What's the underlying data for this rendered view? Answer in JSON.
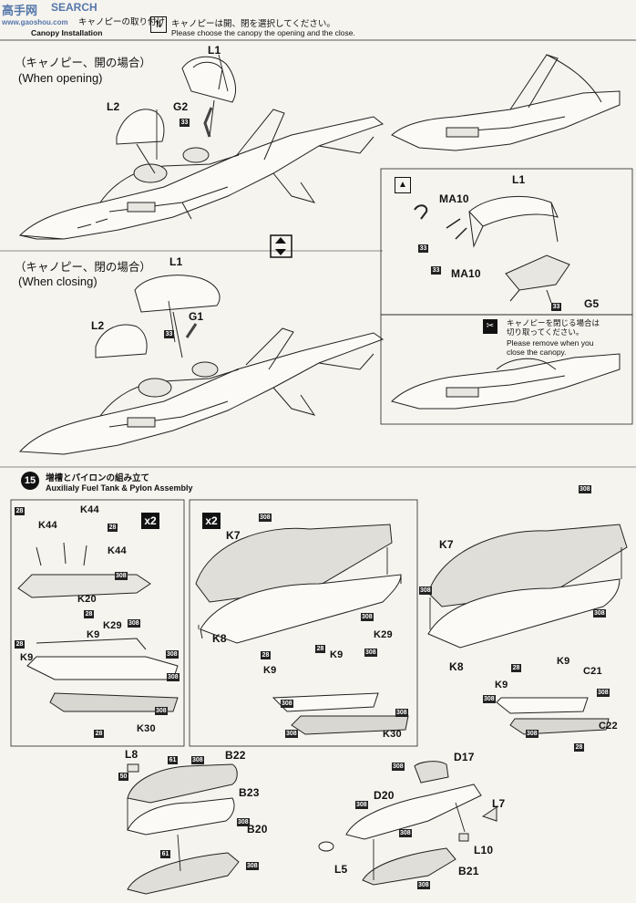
{
  "header": {
    "jp": "キャノピーの取り付け",
    "en": "Canopy Installation",
    "instruction_jp": "キャノピーは開、閉を選択してください。",
    "instruction_en": "Please choose the canopy the opening and the close."
  },
  "watermark": {
    "top": "SEARCH",
    "cn1": "高",
    "cn2": "手",
    "cn3": "网",
    "bottom": "www.gaoshou.com"
  },
  "open_panel": {
    "title_jp": "（キャノピー、開の場合）",
    "title_en": "(When opening)",
    "labels": {
      "l1": "L1",
      "l2": "L2",
      "g2": "G2"
    }
  },
  "closed_panel": {
    "title_jp": "（キャノピー、閉の場合）",
    "title_en": "(When closing)",
    "labels": {
      "l1": "L1",
      "l2": "L2",
      "g1": "G1"
    }
  },
  "detail": {
    "labels": {
      "l1": "L1",
      "ma10a": "MA10",
      "ma10b": "MA10",
      "g5": "G5"
    },
    "note_jp1": "キャノピーを閉じる場合は",
    "note_jp2": "切り取ってください。",
    "note_en1": "Please remove when you",
    "note_en2": "close the canopy."
  },
  "step15": {
    "number": "15",
    "title_jp": "増槽とパイロンの組み立て",
    "title_en": "Auxilialy Fuel Tank & Pylon Assembly"
  },
  "panel_a": {
    "mult": "x2",
    "labels": {
      "k44a": "K44",
      "k44b": "K44",
      "k44c": "K44",
      "k20": "K20",
      "k9a": "K9",
      "k9b": "K9",
      "k29": "K29",
      "k30": "K30"
    }
  },
  "panel_b": {
    "mult": "x2",
    "labels": {
      "k7": "K7",
      "k8": "K8",
      "k9a": "K9",
      "k9b": "K9",
      "k29": "K29",
      "k30": "K30"
    }
  },
  "panel_c": {
    "labels": {
      "k7": "K7",
      "k8": "K8",
      "k9a": "K9",
      "k9b": "K9",
      "c21": "C21",
      "c22": "C22"
    }
  },
  "bottom_left": {
    "labels": {
      "l8": "L8",
      "b22": "B22",
      "b23": "B23",
      "b20": "B20"
    }
  },
  "bottom_right": {
    "labels": {
      "d17": "D17",
      "d20": "D20",
      "l7": "L7",
      "l10": "L10",
      "l5": "L5",
      "b21": "B21"
    }
  },
  "color_codes": {
    "c308": "308",
    "c28": "28",
    "c33": "33",
    "c61": "61",
    "c50": "50"
  }
}
